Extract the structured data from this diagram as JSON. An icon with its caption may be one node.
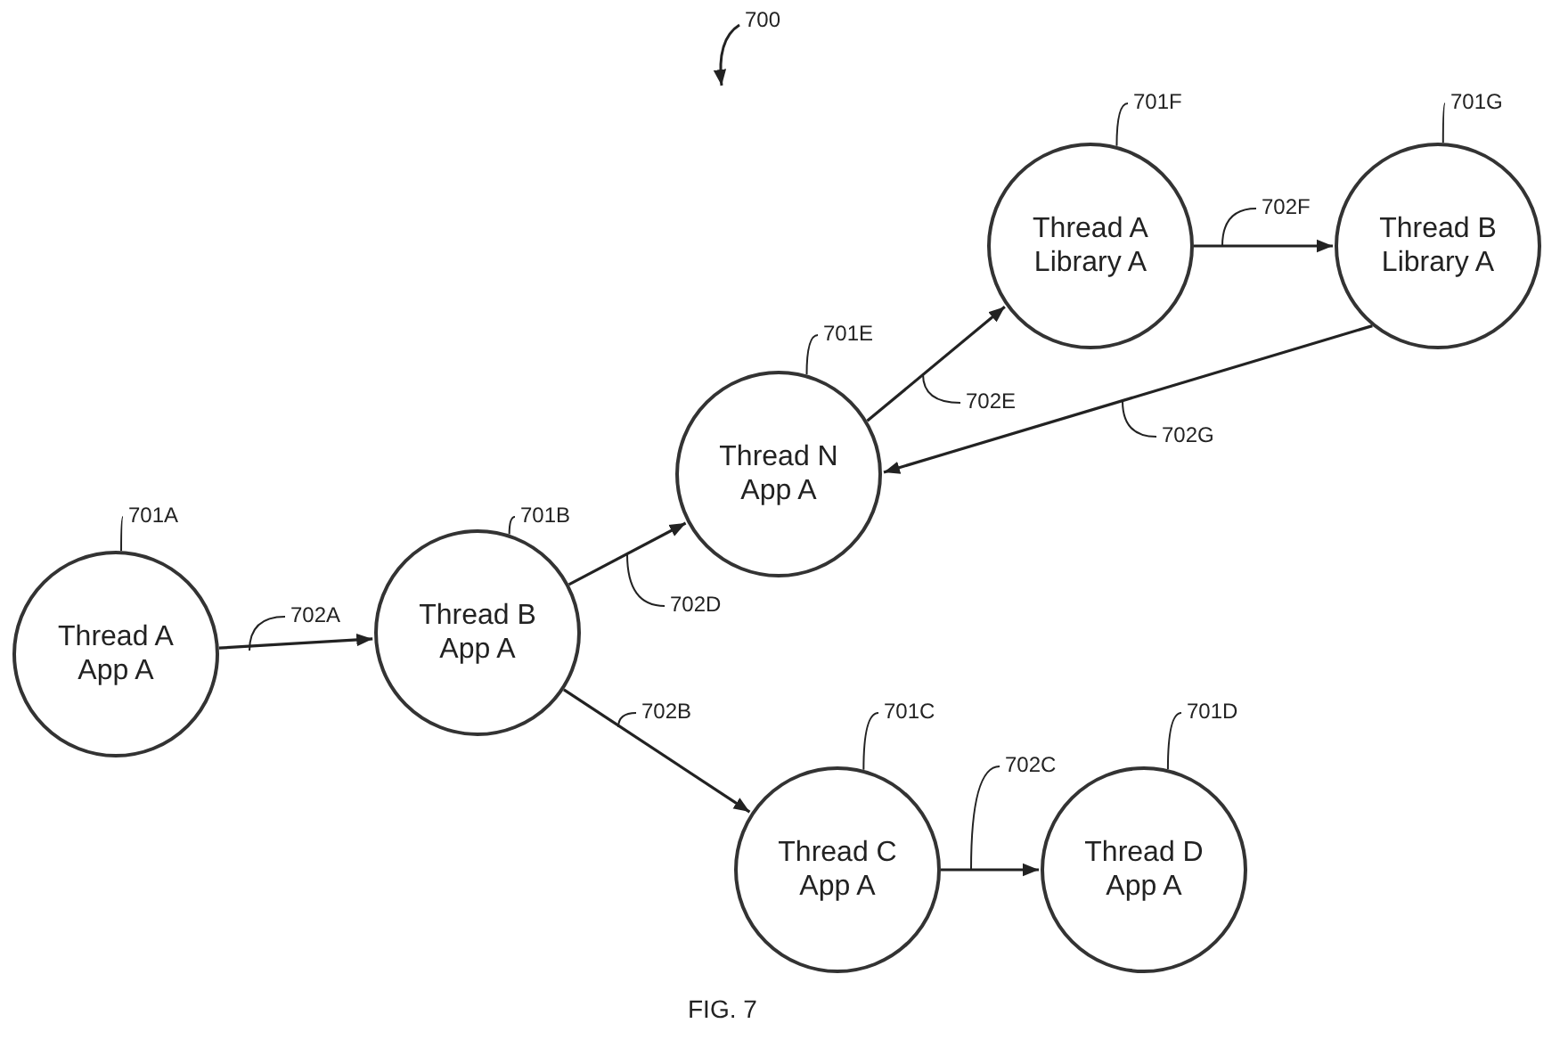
{
  "diagram": {
    "nodes": [
      {
        "text": [
          "Thread A App A"
        ]
      },
      {
        "text": [
          "Thread B App A"
        ]
      },
      {
        "text": [
          "Thread N App A"
        ]
      },
      {
        "text": [
          "Thread A Library A"
        ]
      },
      {
        "text": [
          "Thread B Library A"
        ]
      },
      {
        "text": [
          "Thread C App A"
        ]
      },
      {
        "text": [
          "Thread D App A"
        ]
      },
      {
        "text": [
          "701A"
        ]
      },
      {
        "text": [
          "701B"
        ]
      },
      {
        "text": [
          "701E"
        ]
      },
      {
        "text": [
          "701F"
        ]
      },
      {
        "text": [
          "701G"
        ]
      },
      {
        "text": [
          "701C"
        ]
      },
      {
        "text": [
          "701D"
        ]
      },
      {
        "text": [
          "702A"
        ]
      },
      {
        "text": [
          "702D"
        ]
      },
      {
        "text": [
          "702E"
        ]
      },
      {
        "text": [
          "702F"
        ]
      },
      {
        "text": [
          "702G"
        ]
      },
      {
        "text": [
          "702B"
        ]
      },
      {
        "text": [
          "702C"
        ]
      }
    ],
    "edges": [
      {
        "from": 0,
        "to": 1,
        "arrow": "to"
      },
      {
        "from": 1,
        "to": 2,
        "arrow": "to"
      },
      {
        "from": 2,
        "to": 3,
        "arrow": "to"
      },
      {
        "from": 3,
        "to": 4,
        "arrow": "to"
      },
      {
        "from": 4,
        "to": 2,
        "arrow": "to"
      },
      {
        "from": 1,
        "to": 5,
        "arrow": "to"
      },
      {
        "from": 5,
        "to": 6,
        "arrow": "to"
      },
      {
        "from": 7,
        "to": 0,
        "arrow": "none"
      },
      {
        "from": 8,
        "to": 1,
        "arrow": "none"
      },
      {
        "from": 9,
        "to": 2,
        "arrow": "none"
      },
      {
        "from": 10,
        "to": 3,
        "arrow": "none"
      },
      {
        "from": 11,
        "to": 4,
        "arrow": "none"
      },
      {
        "from": 12,
        "to": 5,
        "arrow": "none"
      },
      {
        "from": 13,
        "to": 6,
        "arrow": "none"
      },
      {
        "from": 14,
        "to": null,
        "arrow": "none"
      },
      {
        "from": 15,
        "to": null,
        "arrow": "none"
      },
      {
        "from": 16,
        "to": null,
        "arrow": "none"
      },
      {
        "from": 17,
        "to": null,
        "arrow": "none"
      },
      {
        "from": 18,
        "to": null,
        "arrow": "none"
      },
      {
        "from": 19,
        "to": null,
        "arrow": "none"
      },
      {
        "from": 20,
        "to": null,
        "arrow": "none"
      }
    ],
    "labels": [
      "700",
      "FIG. 7"
    ]
  }
}
